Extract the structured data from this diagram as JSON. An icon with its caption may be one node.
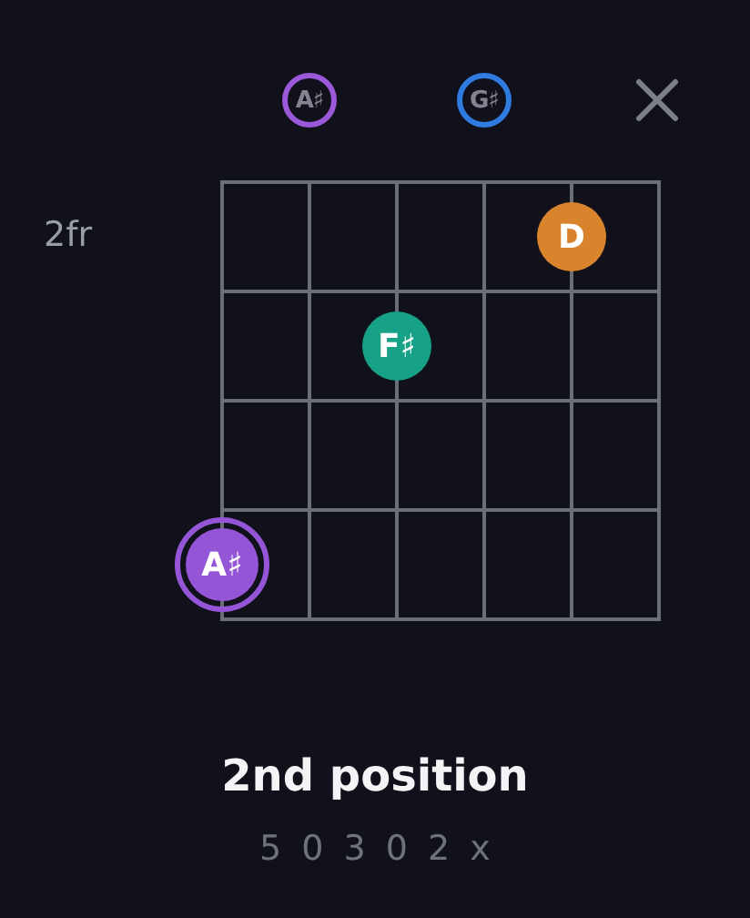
{
  "diagram": {
    "title": "2nd position",
    "nodes": [
      {
        "text": [
          "A♯"
        ]
      },
      {
        "text": [
          "G♯"
        ]
      },
      {
        "text": [],
        "shape": "cross"
      },
      {
        "text": [
          "D"
        ]
      },
      {
        "text": [
          "F♯"
        ]
      },
      {
        "text": [
          "A♯"
        ]
      }
    ],
    "labels": [
      "2fr",
      "5 0 3 0 2 x"
    ]
  }
}
